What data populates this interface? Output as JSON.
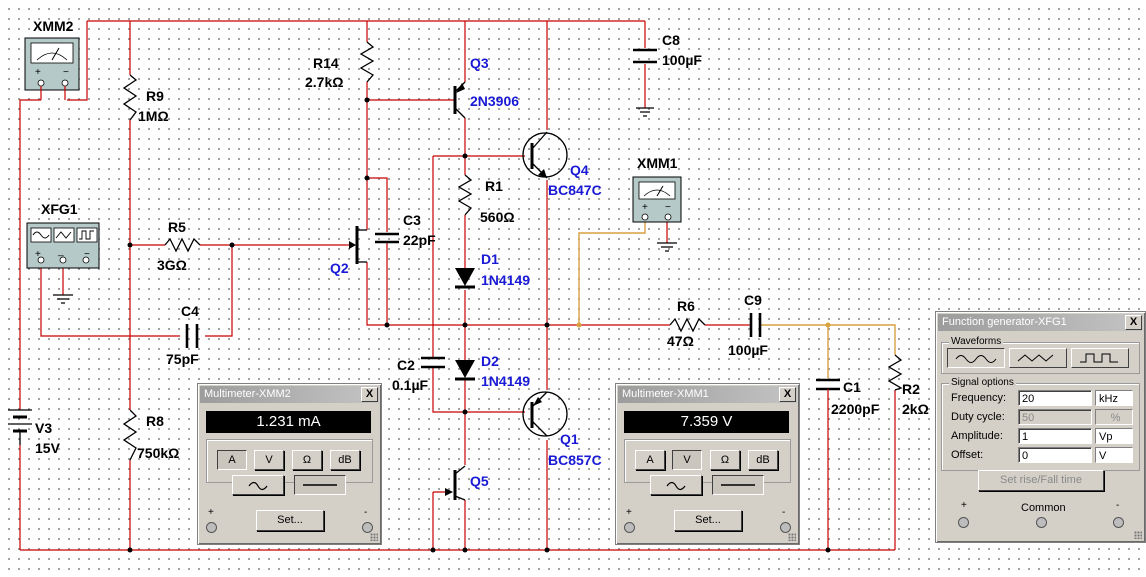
{
  "components": {
    "xmm2": "XMM2",
    "xmm1": "XMM1",
    "xfg1": "XFG1",
    "r9": {
      "ref": "R9",
      "value": "1MΩ"
    },
    "r14": {
      "ref": "R14",
      "value": "2.7kΩ"
    },
    "q3": {
      "ref": "Q3",
      "model": "2N3906"
    },
    "c8": {
      "ref": "C8",
      "value": "100µF"
    },
    "q4": {
      "ref": "Q4",
      "model": "BC847C"
    },
    "r1": {
      "ref": "R1",
      "value": "560Ω"
    },
    "r5": {
      "ref": "R5",
      "value": "3GΩ"
    },
    "c3": {
      "ref": "C3",
      "value": "22pF"
    },
    "q2": {
      "ref": "Q2"
    },
    "d1": {
      "ref": "D1",
      "model": "1N4149"
    },
    "d2": {
      "ref": "D2",
      "model": "1N4149"
    },
    "c4": {
      "ref": "C4",
      "value": "75pF"
    },
    "c2": {
      "ref": "C2",
      "value": "0.1µF"
    },
    "r6": {
      "ref": "R6",
      "value": "47Ω"
    },
    "c9": {
      "ref": "C9",
      "value": "100µF"
    },
    "c1": {
      "ref": "C1",
      "value": "2200pF"
    },
    "r2": {
      "ref": "R2",
      "value": "2kΩ"
    },
    "r8": {
      "ref": "R8",
      "value": "750kΩ"
    },
    "v3": {
      "ref": "V3",
      "value": "15V"
    },
    "q1": {
      "ref": "Q1",
      "model": "BC857C"
    },
    "q5": {
      "ref": "Q5"
    }
  },
  "multimeter_xmm2": {
    "title": "Multimeter-XMM2",
    "reading": "1.231 mA",
    "buttons": [
      "A",
      "V",
      "Ω",
      "dB"
    ],
    "active_mode": "A",
    "set_label": "Set...",
    "plus": "+",
    "minus": "-"
  },
  "multimeter_xmm1": {
    "title": "Multimeter-XMM1",
    "reading": "7.359 V",
    "buttons": [
      "A",
      "V",
      "Ω",
      "dB"
    ],
    "active_mode": "V",
    "set_label": "Set...",
    "plus": "+",
    "minus": "-"
  },
  "function_generator": {
    "title": "Function generator-XFG1",
    "waveforms_label": "Waveforms",
    "signal_options_label": "Signal options",
    "frequency": {
      "label": "Frequency:",
      "value": "20",
      "unit": "kHz"
    },
    "duty_cycle": {
      "label": "Duty cycle:",
      "value": "50",
      "unit": "%"
    },
    "amplitude": {
      "label": "Amplitude:",
      "value": "1",
      "unit": "Vp"
    },
    "offset": {
      "label": "Offset:",
      "value": "0",
      "unit": "V"
    },
    "rise_fall_label": "Set rise/Fall time",
    "plus": "+",
    "common": "Common",
    "minus": "-"
  },
  "close_glyph": "X",
  "colors": {
    "wire": "#c80000",
    "output_wire": "#d9a040",
    "part_label": "#1a1ad6"
  }
}
